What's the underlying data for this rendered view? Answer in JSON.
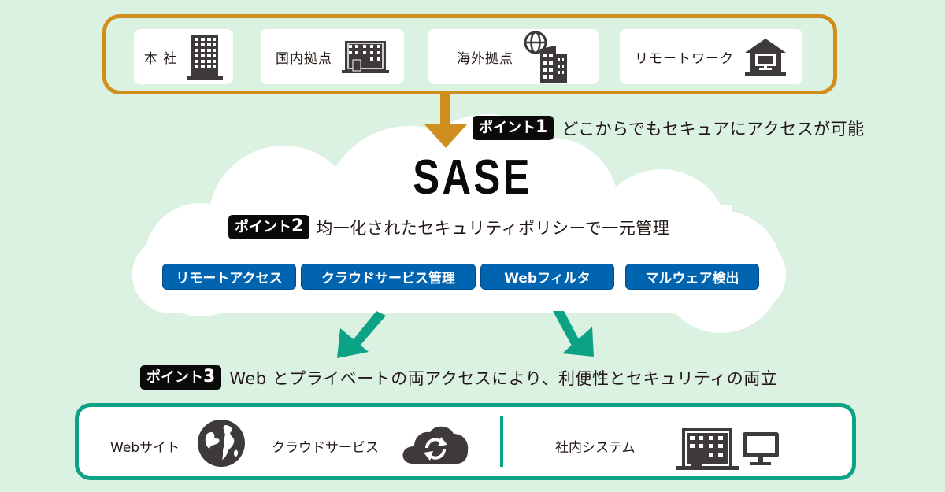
{
  "locations": [
    {
      "label": "本 社",
      "icon": "office-tower-icon"
    },
    {
      "label": "国内拠点",
      "icon": "office-building-icon"
    },
    {
      "label": "海外拠点",
      "icon": "global-building-icon"
    },
    {
      "label": "リモートワーク",
      "icon": "home-computer-icon"
    }
  ],
  "points": [
    {
      "badge": "ポイント",
      "num": "1",
      "text": "どこからでもセキュアにアクセスが可能"
    },
    {
      "badge": "ポイント",
      "num": "2",
      "text": "均一化されたセキュリティポリシーで一元管理"
    },
    {
      "badge": "ポイント",
      "num": "3",
      "text": "Web とプライベートの両アクセスにより、利便性とセキュリティの両立"
    }
  ],
  "sase": {
    "title": "SASE"
  },
  "features": [
    "リモートアクセス",
    "クラウドサービス管理",
    "Webフィルタ",
    "マルウェア検出"
  ],
  "destinations": [
    {
      "label": "Webサイト",
      "icon": "globe-icon"
    },
    {
      "label": "クラウドサービス",
      "icon": "cloud-sync-icon"
    },
    {
      "label": "社内システム",
      "icon": "building-and-monitor-icon"
    }
  ],
  "colors": {
    "background": "#dbf2e3",
    "top_frame": "#d08e1e",
    "bottom_frame": "#0ba285",
    "feature_blue": "#0064b1",
    "badge_black": "#0a0a0a"
  }
}
